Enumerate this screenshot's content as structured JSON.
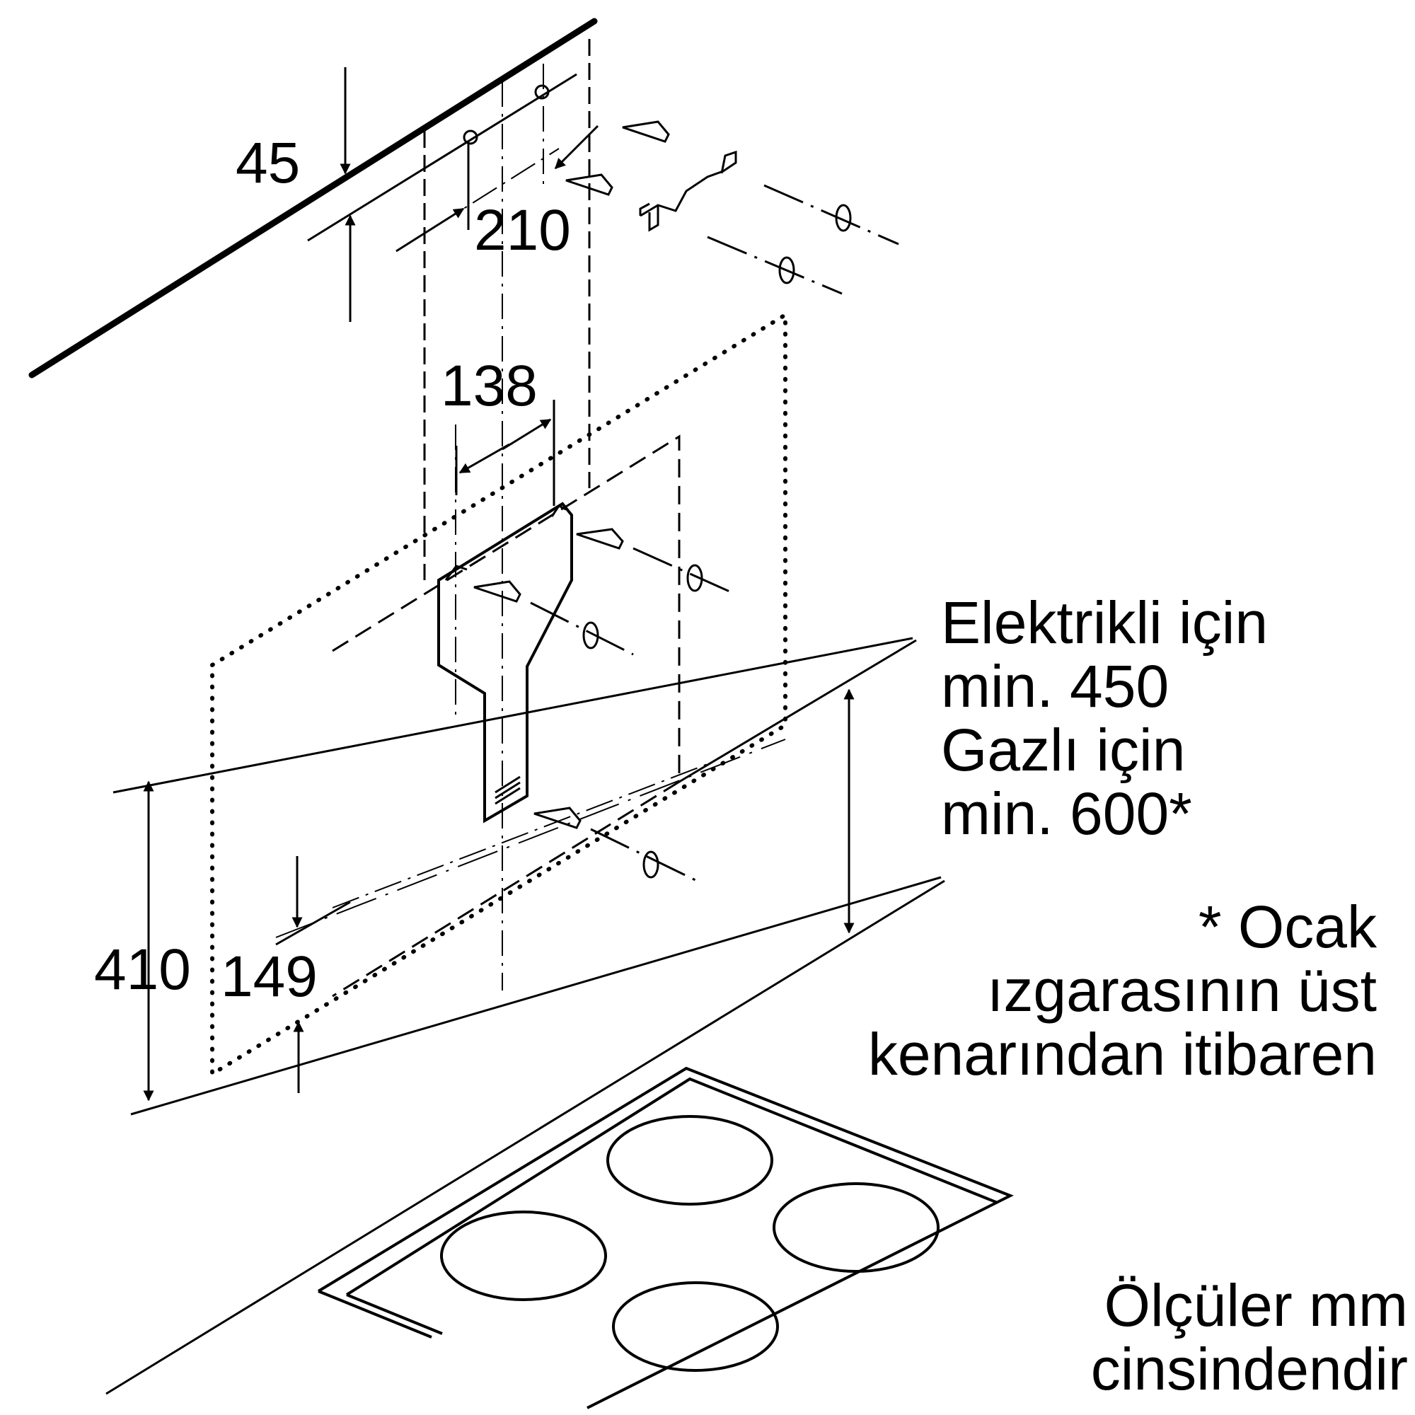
{
  "dimensions": {
    "d45": "45",
    "d210": "210",
    "d138": "138",
    "d410": "410",
    "d149": "149"
  },
  "clearance_note": {
    "line1": "Elektrikli için",
    "line2": "min. 450",
    "line3": "Gazlı için",
    "line4": "min. 600*"
  },
  "footnote": {
    "line1": "* Ocak",
    "line2": "ızgarasının üst",
    "line3": "kenarından itibaren"
  },
  "units_note": {
    "line1": "Ölçüler mm",
    "line2": "cinsindendir"
  }
}
